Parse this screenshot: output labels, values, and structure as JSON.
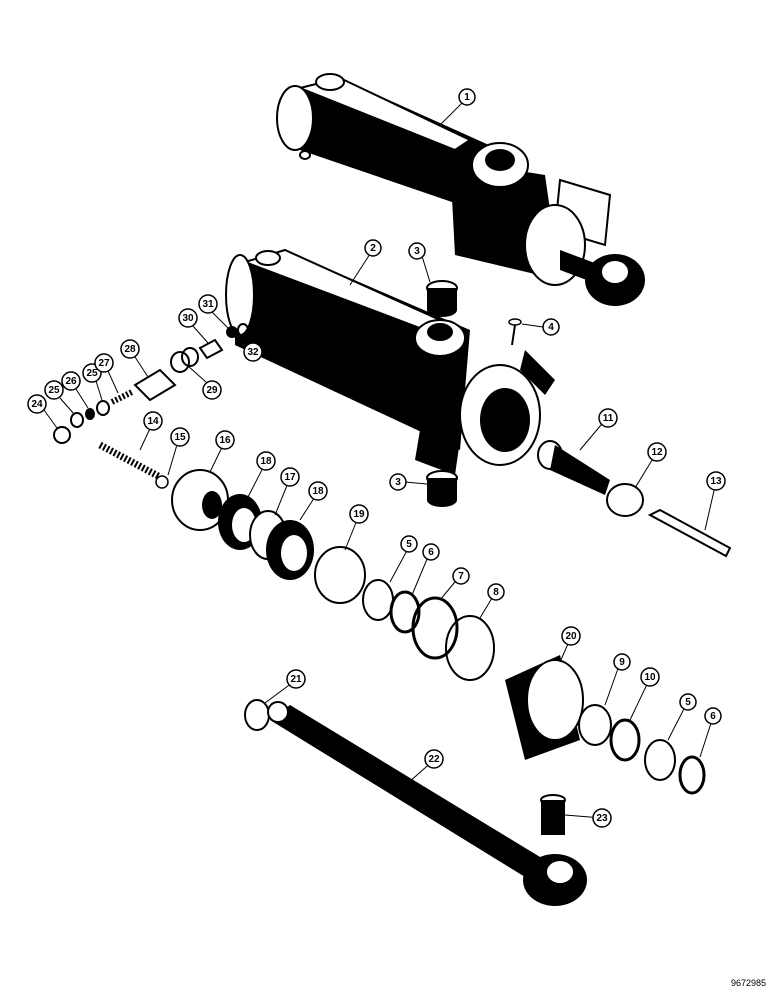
{
  "diagram": {
    "reference_code": "9672985",
    "callouts": [
      {
        "id": "c1",
        "label": "1"
      },
      {
        "id": "c2",
        "label": "2"
      },
      {
        "id": "c3a",
        "label": "3"
      },
      {
        "id": "c3b",
        "label": "3"
      },
      {
        "id": "c4",
        "label": "4"
      },
      {
        "id": "c5a",
        "label": "5"
      },
      {
        "id": "c5b",
        "label": "5"
      },
      {
        "id": "c6a",
        "label": "6"
      },
      {
        "id": "c6b",
        "label": "6"
      },
      {
        "id": "c7",
        "label": "7"
      },
      {
        "id": "c8",
        "label": "8"
      },
      {
        "id": "c9",
        "label": "9"
      },
      {
        "id": "c10",
        "label": "10"
      },
      {
        "id": "c11",
        "label": "11"
      },
      {
        "id": "c12",
        "label": "12"
      },
      {
        "id": "c13",
        "label": "13"
      },
      {
        "id": "c14",
        "label": "14"
      },
      {
        "id": "c15",
        "label": "15"
      },
      {
        "id": "c16",
        "label": "16"
      },
      {
        "id": "c17",
        "label": "17"
      },
      {
        "id": "c18a",
        "label": "18"
      },
      {
        "id": "c18b",
        "label": "18"
      },
      {
        "id": "c19",
        "label": "19"
      },
      {
        "id": "c20",
        "label": "20"
      },
      {
        "id": "c21",
        "label": "21"
      },
      {
        "id": "c22",
        "label": "22"
      },
      {
        "id": "c23",
        "label": "23"
      },
      {
        "id": "c24",
        "label": "24"
      },
      {
        "id": "c25a",
        "label": "25"
      },
      {
        "id": "c25b",
        "label": "25"
      },
      {
        "id": "c26",
        "label": "26"
      },
      {
        "id": "c27",
        "label": "27"
      },
      {
        "id": "c28",
        "label": "28"
      },
      {
        "id": "c29",
        "label": "29"
      },
      {
        "id": "c30",
        "label": "30"
      },
      {
        "id": "c31",
        "label": "31"
      },
      {
        "id": "c32",
        "label": "32"
      }
    ]
  }
}
